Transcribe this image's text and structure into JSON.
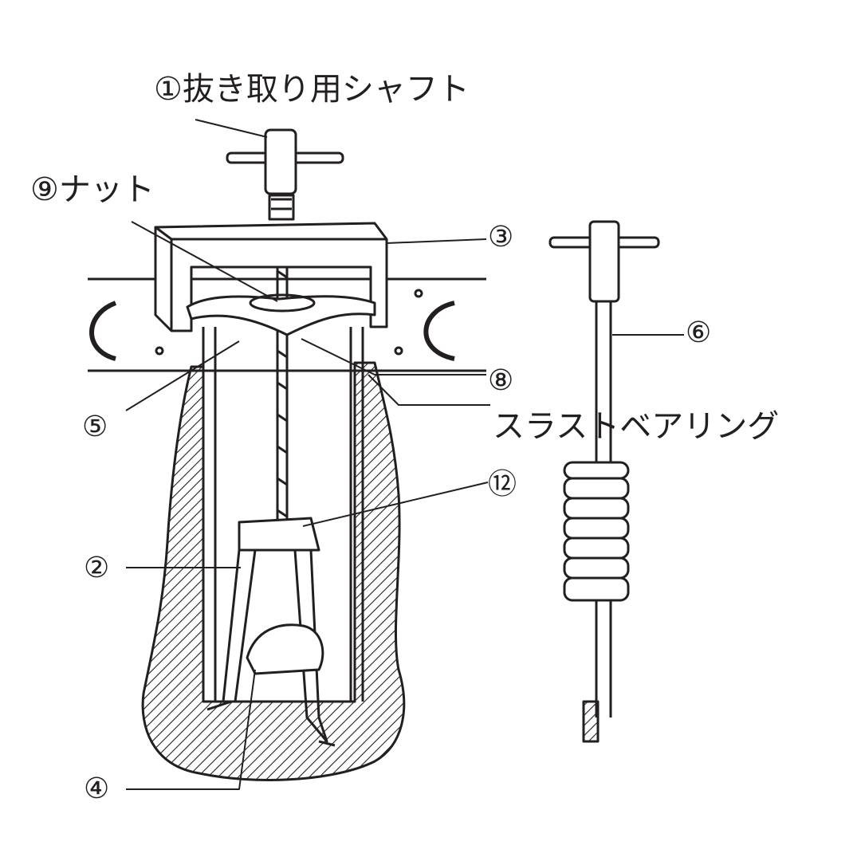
{
  "diagram": {
    "labels": {
      "shaft": "①抜き取り用シャフト",
      "nut": "⑨ナット",
      "part3": "③",
      "part6": "⑥",
      "part8": "⑧",
      "part5": "⑤",
      "thrust_bearing": "スラストベアリング",
      "part12": "⑫",
      "part2": "②",
      "part4": "④"
    },
    "colors": {
      "ink": "#231f20",
      "background": "#ffffff"
    }
  }
}
